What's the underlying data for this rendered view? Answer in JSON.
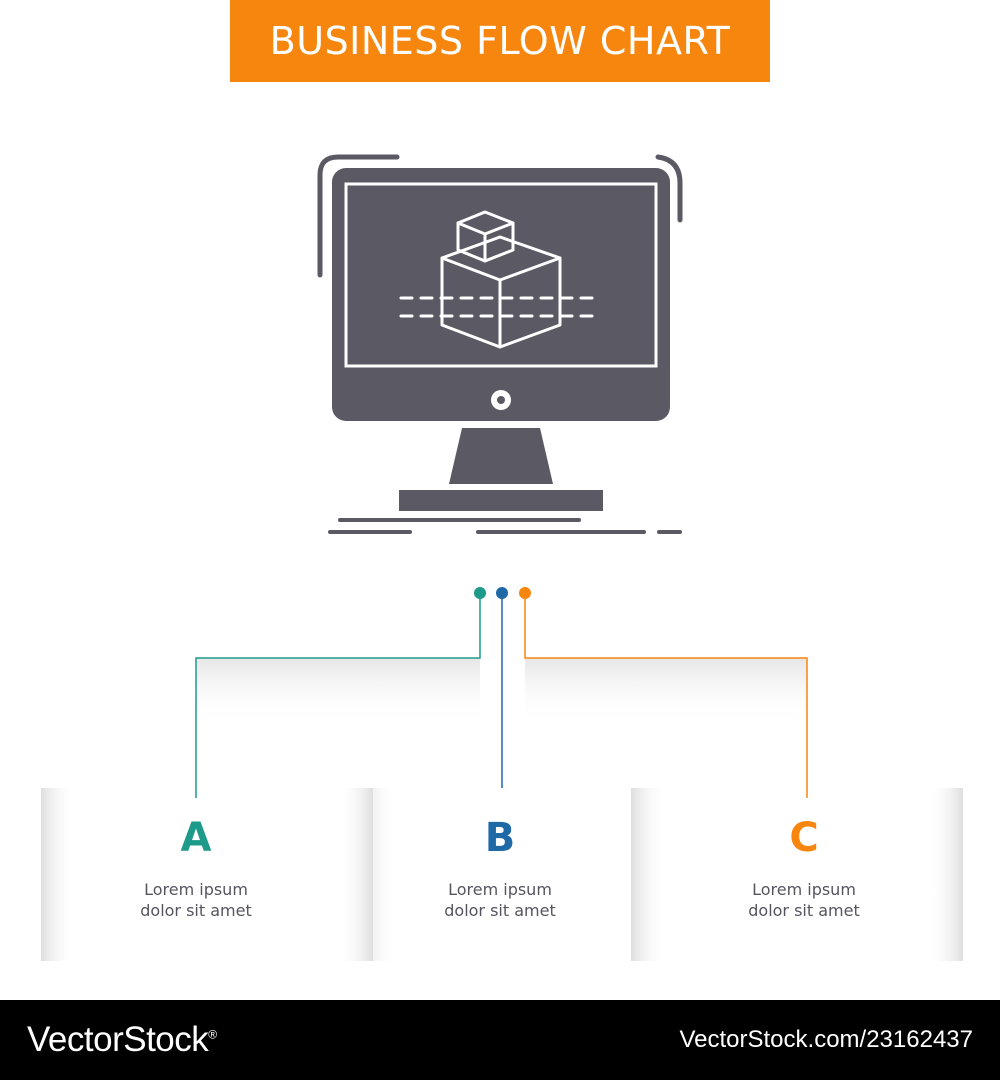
{
  "title": "BUSINESS FLOW CHART",
  "colors": {
    "accent": "#f7860f",
    "icon": "#5b5a64",
    "a": "#1d9a8a",
    "b": "#1f69a7",
    "c": "#f7860f"
  },
  "main_icon": "computer-3d-cube-icon",
  "nodes": [
    {
      "letter": "A",
      "line1": "Lorem ipsum",
      "line2": "dolor sit amet"
    },
    {
      "letter": "B",
      "line1": "Lorem ipsum",
      "line2": "dolor sit amet"
    },
    {
      "letter": "C",
      "line1": "Lorem ipsum",
      "line2": "dolor sit amet"
    }
  ],
  "footer": {
    "logo": "VectorStock",
    "logo_mark": "®",
    "image_id": "VectorStock.com/23162437"
  }
}
